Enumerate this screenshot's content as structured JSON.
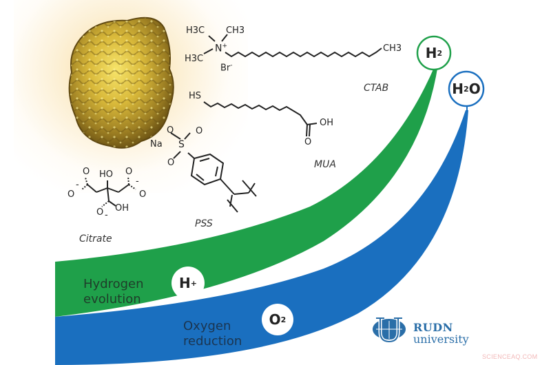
{
  "molecules": {
    "ctab": {
      "name": "CTAB",
      "methyl_top_left": "H3C",
      "methyl_top_right": "CH3",
      "methyl_bottom_left": "H3C",
      "nitrogen": "N",
      "charge_plus": "+",
      "counterion": "Br",
      "charge_minus": "-",
      "tail_end": "CH3"
    },
    "mua": {
      "name": "MUA",
      "thiol": "HS",
      "acid_oh": "OH",
      "acid_o": "O"
    },
    "pss": {
      "name": "PSS",
      "sodium": "Na",
      "sulfur": "S",
      "oxygen": "O"
    },
    "citrate": {
      "name": "Citrate",
      "hydroxyl": "HO",
      "oh": "OH",
      "oxygen": "O",
      "minus": "-"
    }
  },
  "bands": {
    "hydrogen": {
      "label_line1": "Hydrogen",
      "label_line2": "evolution",
      "reactant": "H",
      "reactant_sup": "+",
      "product": "H",
      "product_sub": "2",
      "color": "#1fa04a"
    },
    "oxygen": {
      "label_line1": "Oxygen",
      "label_line2": "reduction",
      "reactant": "O",
      "reactant_sub": "2",
      "product_h": "H",
      "product_sub": "2",
      "product_o": "O",
      "color": "#1a6fbf"
    }
  },
  "logo": {
    "line1": "RUDN",
    "line2": "university",
    "color": "#2a6ea8"
  },
  "watermark": "SCIENCEAQ.COM",
  "colors": {
    "gold_light": "#f3de5a",
    "gold_dark": "#6b5413",
    "glow": "#f7d68c"
  }
}
